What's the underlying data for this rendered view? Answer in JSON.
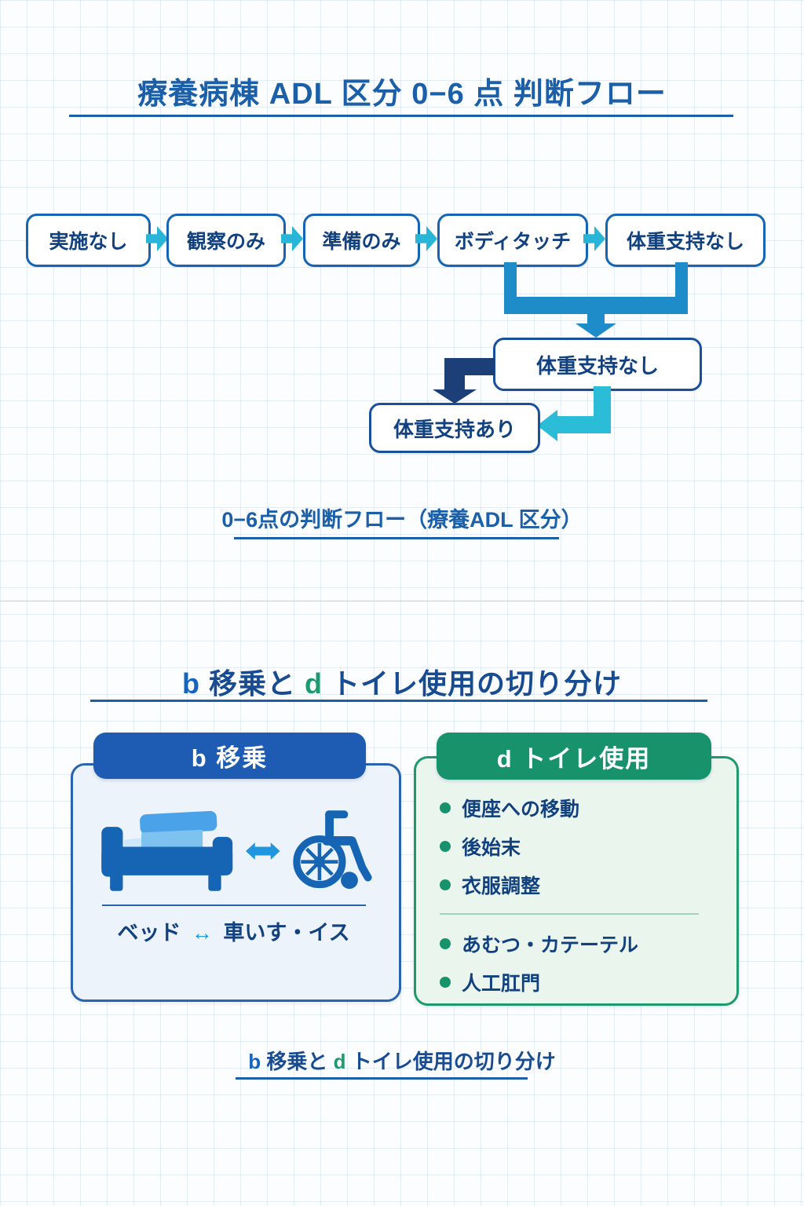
{
  "colors": {
    "title_blue": "#1a5fa7",
    "box_border_blue": "#1565b4",
    "box_text_navy": "#11417f",
    "arrow_cyan": "#29b5d8",
    "connector_blue": "#1e8cc9",
    "navy_arrow": "#1d3f78",
    "cyan_elbow": "#2bbcd8",
    "card_blue_header": "#1d5cb2",
    "card_blue_bg": "#edf3fa",
    "card_green_header": "#18926b",
    "card_green_bg": "#eaf5ee",
    "bullet_green": "#18926b"
  },
  "flow": {
    "title": "療養病棟 ADL 区分 0−6 点 判断フロー",
    "nodes": [
      "実施なし",
      "観察のみ",
      "準備のみ",
      "ボディタッチ",
      "体重支持なし"
    ],
    "merge_node": "体重支持なし",
    "result_node": "体重支持あり",
    "caption": "0−6点の判断フロー（療養ADL 区分）"
  },
  "split": {
    "title": {
      "b": "b",
      "transfer": "移乗と",
      "d": "d",
      "rest": "トイレ使用の切り分け"
    },
    "blue_card": {
      "header": "b 移乗",
      "caption_left": "ベッド",
      "caption_arrow": "↔",
      "caption_right": "車いす・イス"
    },
    "green_card": {
      "header": "d トイレ使用",
      "bullets_top": [
        "便座への移動",
        "後始末",
        "衣服調整"
      ],
      "bullets_bottom": [
        "あむつ・カテーテル",
        "人工肛門"
      ]
    },
    "caption": {
      "b": "b",
      "transfer": "移乗と",
      "d": "d",
      "rest": "トイレ使用の切り分け"
    }
  }
}
